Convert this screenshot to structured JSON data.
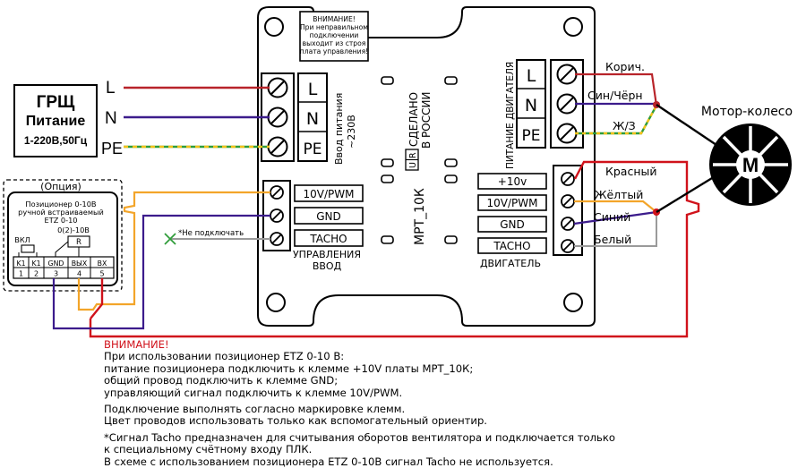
{
  "mains": {
    "title": "ГРЩ",
    "subtitle": "Питание",
    "spec": "1-220В,50Гц",
    "line_labels": [
      "L",
      "N",
      "PE"
    ]
  },
  "warning_box": {
    "lines": [
      "ВНИМАНИЕ!",
      "При неправильном",
      "подключении",
      "выходит из строя",
      "плата управления!"
    ]
  },
  "power_input": {
    "terminals": [
      "L",
      "N",
      "PE"
    ],
    "caption_1": "Ввод питания",
    "caption_2": "~230В"
  },
  "control_input": {
    "terminals": [
      "10V/PWM",
      "GND",
      "TACHO"
    ],
    "caption_1": "УПРАВЛЕНИЯ",
    "caption_2": "ВВОД",
    "not_connected": "*Не подключать"
  },
  "board": {
    "model": "МРТ_10К",
    "made_in_1": "СДЕЛАНО",
    "made_in_2": "В РОССИИ",
    "badge_r": "R",
    "badge_u": "U"
  },
  "motor_power": {
    "terminals": [
      "L",
      "N",
      "PE"
    ],
    "caption": "ПИТАНИЕ ДВИГАТЕЛЯ",
    "wire_labels": [
      "Корич.",
      "Син/Чёрн",
      "Ж/З"
    ]
  },
  "motor_control": {
    "terminals": [
      "+10v",
      "10V/PWM",
      "GND",
      "TACHO"
    ],
    "caption": "ДВИГАТЕЛЬ",
    "wire_labels": [
      "Красный",
      "Жёлтый",
      "Синий",
      "Белый"
    ]
  },
  "motor": {
    "title": "Мотор-колесо",
    "symbol": "M"
  },
  "option": {
    "title": "(Опция)",
    "desc_1": "Позиционер 0-10В",
    "desc_2": "ручной встраиваемый",
    "desc_3": "ETZ 0-10",
    "range": "0(2)-10В",
    "resistor": "R",
    "switch": "ВКЛ",
    "pins_top": [
      "K1",
      "K1",
      "GND",
      "ВЫХ",
      "ВХ"
    ],
    "pins_num": [
      "1",
      "2",
      "3",
      "4",
      "5"
    ]
  },
  "notes": {
    "warning": "ВНИМАНИЕ!",
    "lines": [
      "При использовании позиционер ETZ 0-10 В:",
      "питание позиционера подключить к клемме +10V платы МРТ_10К;",
      "общий провод подключить к клемме GND;",
      "управляющий сигнал подключить к клемме 10V/PWM."
    ],
    "lines_2": [
      "Подключение выполнять согласно маркировке клемм.",
      "Цвет проводов использовать только как вспомогательный ориентир."
    ],
    "lines_3": [
      "*Сигнал Tacho предназначен для считывания оборотов вентилятора и подключается только",
      "к специальному счётному входу ПЛК.",
      "В схеме с использованием позиционера ETZ 0-10В  сигнал Tacho не используется."
    ]
  },
  "colors": {
    "brown": "#b8242a",
    "blue": "#3c1c8c",
    "orange": "#f3a52a",
    "green": "#2f9c3a",
    "red": "#d0121b",
    "grey": "#9a9a9a"
  }
}
